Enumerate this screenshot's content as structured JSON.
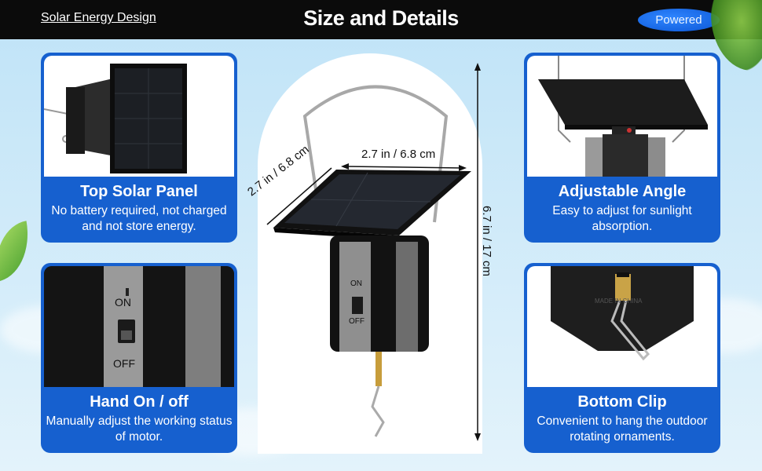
{
  "header": {
    "brand": "Solar Energy Design",
    "title": "Size and Details",
    "badge": "Powered"
  },
  "cards": {
    "top_solar_panel": {
      "title": "Top Solar Panel",
      "description": "No battery required, not charged and not store energy."
    },
    "hand_on_off": {
      "title": "Hand On / off",
      "description": "Manually adjust the working status of motor.",
      "switch_on": "ON",
      "switch_off": "OFF"
    },
    "adjustable_angle": {
      "title": "Adjustable Angle",
      "description": "Easy to adjust for sunlight absorption."
    },
    "bottom_clip": {
      "title": "Bottom Clip",
      "description": "Convenient to hang the outdoor rotating ornaments.",
      "imprint": "MADE IN CHINA"
    }
  },
  "dimensions": {
    "width": "2.7 in / 6.8 cm",
    "depth": "2.7 in / 6.8 cm",
    "height": "6.7 in / 17 cm"
  },
  "product": {
    "switch_on": "ON",
    "switch_off": "OFF"
  },
  "colors": {
    "accent": "#1660cf",
    "header": "#0b0b0b",
    "badge": "#1a6ff0"
  }
}
